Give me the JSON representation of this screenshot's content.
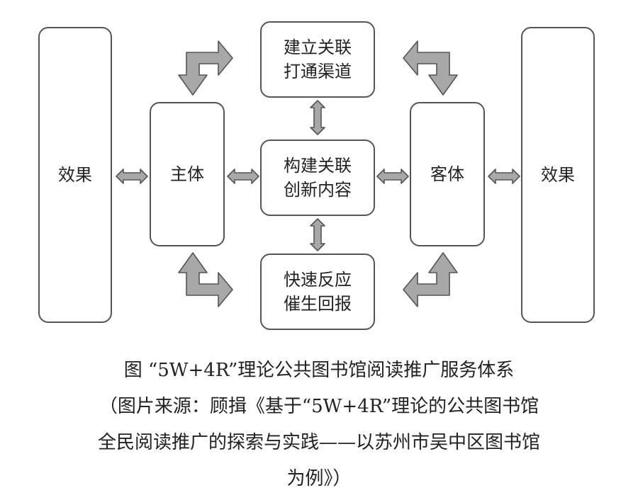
{
  "diagram": {
    "left_effect": "效果",
    "subject": "主体",
    "channel": [
      "建立关联",
      "打通渠道"
    ],
    "content": [
      "构建关联",
      "创新内容"
    ],
    "feedback": [
      "快速反应",
      "催生回报"
    ],
    "object": "客体",
    "right_effect": "效果"
  },
  "caption": {
    "line1": "图 “5W+4R”理论公共图书馆阅读推广服务体系",
    "line2": "（图片来源：顾揖《基于“5W+4R”理论的公共图书馆",
    "line3": "全民阅读推广的探索与实践——以苏州市吴中区图书馆",
    "line4": "为例》）"
  }
}
